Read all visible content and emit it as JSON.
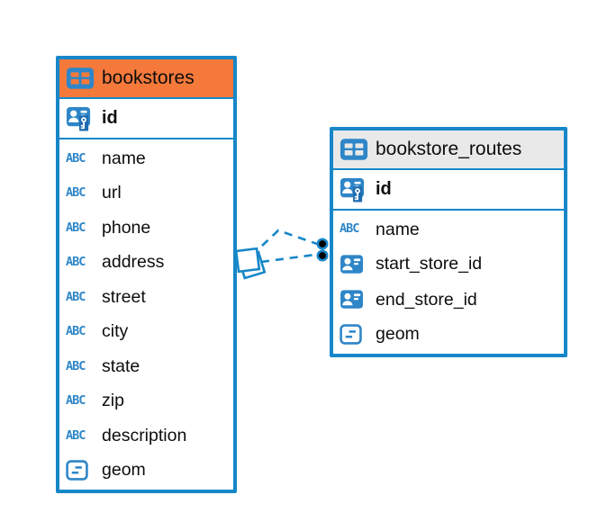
{
  "diagram": {
    "accent_blue": "#1787c8",
    "icon_blue": "#2e86c8",
    "key_badge_blue": "#1f6cb0",
    "text_color": "#0d0d0d",
    "canvas_background": "#ffffff"
  },
  "tables": [
    {
      "name": "bookstores",
      "header_color": "#f5793b",
      "selected": true,
      "primary_key": {
        "name": "id",
        "type": "primary-key"
      },
      "columns": [
        {
          "name": "name",
          "type": "text"
        },
        {
          "name": "url",
          "type": "text"
        },
        {
          "name": "phone",
          "type": "text"
        },
        {
          "name": "address",
          "type": "text"
        },
        {
          "name": "street",
          "type": "text"
        },
        {
          "name": "city",
          "type": "text"
        },
        {
          "name": "state",
          "type": "text"
        },
        {
          "name": "zip",
          "type": "text"
        },
        {
          "name": "description",
          "type": "text"
        },
        {
          "name": "geom",
          "type": "geometry"
        }
      ]
    },
    {
      "name": "bookstore_routes",
      "header_color": "#e9e9e9",
      "selected": false,
      "primary_key": {
        "name": "id",
        "type": "primary-key"
      },
      "columns": [
        {
          "name": "name",
          "type": "text"
        },
        {
          "name": "start_store_id",
          "type": "reference"
        },
        {
          "name": "end_store_id",
          "type": "reference"
        },
        {
          "name": "geom",
          "type": "geometry"
        }
      ]
    }
  ],
  "relationships": [
    {
      "from_table": "bookstores",
      "to_table": "bookstore_routes",
      "to_column": "start_store_id"
    },
    {
      "from_table": "bookstores",
      "to_table": "bookstore_routes",
      "to_column": "end_store_id"
    }
  ]
}
